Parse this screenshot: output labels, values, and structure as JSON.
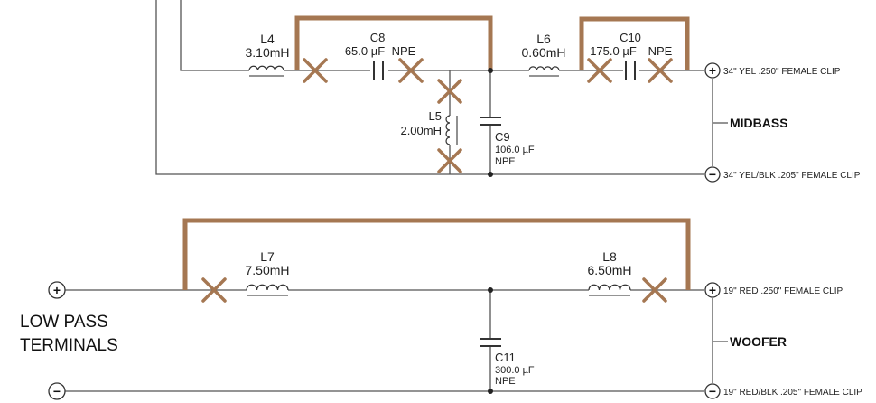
{
  "colors": {
    "jumper": "#a57752",
    "wire": "#555555"
  },
  "midbass": {
    "section_label": "MIDBASS",
    "positive_clip": "34\" YEL .250\" FEMALE CLIP",
    "negative_clip": "34\" YEL/BLK .205\" FEMALE CLIP",
    "L4": {
      "name": "L4",
      "value": "3.10mH"
    },
    "C8": {
      "name": "C8",
      "value": "65.0 µF",
      "type": "NPE"
    },
    "L5": {
      "name": "L5",
      "value": "2.00mH"
    },
    "C9": {
      "name": "C9",
      "value": "106.0 µF",
      "type": "NPE"
    },
    "L6": {
      "name": "L6",
      "value": "0.60mH"
    },
    "C10": {
      "name": "C10",
      "value": "175.0 µF",
      "type": "NPE"
    }
  },
  "woofer": {
    "section_label": "WOOFER",
    "positive_clip": "19\" RED .250\" FEMALE CLIP",
    "negative_clip": "19\" RED/BLK .205\" FEMALE CLIP",
    "L7": {
      "name": "L7",
      "value": "7.50mH"
    },
    "L8": {
      "name": "L8",
      "value": "6.50mH"
    },
    "C11": {
      "name": "C11",
      "value": "300.0 µF",
      "type": "NPE"
    }
  },
  "terminals": {
    "line1": "LOW PASS",
    "line2": "TERMINALS",
    "positive": "+",
    "negative": "−"
  }
}
